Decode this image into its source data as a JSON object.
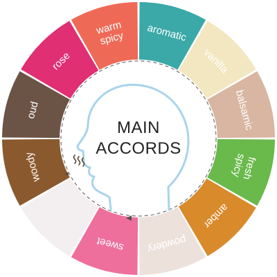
{
  "title_lines": [
    "MAIN",
    "ACCORDS"
  ],
  "segments": [
    {
      "label": "aromatic",
      "color": "#3aa9a8",
      "text_color": "#ffffff"
    },
    {
      "label": "vanilla",
      "color": "#f2e7c0",
      "text_color": "#4a3a2a"
    },
    {
      "label": "balsamic",
      "color": "#d8b6a2",
      "text_color": "#4a3a2a"
    },
    {
      "label": "fresh spicy",
      "color": "#69b94b",
      "text_color": "#ffffff"
    },
    {
      "label": "amber",
      "color": "#d98a2b",
      "text_color": "#ffffff"
    },
    {
      "label": "powdery",
      "color": "#ede1dc",
      "text_color": "#4a3a2a"
    },
    {
      "label": "sweet",
      "color": "#ee6f9b",
      "text_color": "#ffffff"
    },
    {
      "label": "",
      "color": "#f3eff0",
      "text_color": "#ffffff"
    },
    {
      "label": "woody",
      "color": "#8a5a2e",
      "text_color": "#ffffff"
    },
    {
      "label": "oud",
      "color": "#6b5346",
      "text_color": "#ffffff"
    },
    {
      "label": "rose",
      "color": "#e02f73",
      "text_color": "#ffffff"
    },
    {
      "label": "warm spicy",
      "color": "#ef6a56",
      "text_color": "#ffffff"
    }
  ],
  "icon_names": [
    "head-profile-icon",
    "scent-waves-icon",
    "dashed-circle-arrow-icon"
  ]
}
